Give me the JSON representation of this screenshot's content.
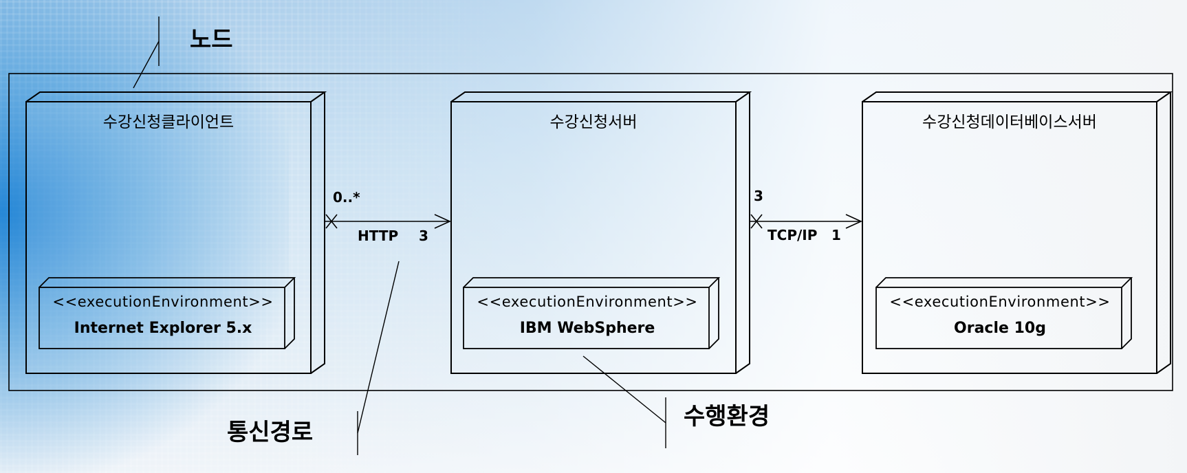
{
  "annotations": {
    "node": "노드",
    "comm_path": "통신경로",
    "exec_env": "수행환경"
  },
  "nodes": [
    {
      "title": "수강신청클라이언트",
      "env_stereotype": "<<executionEnvironment>>",
      "env_name": "Internet Explorer 5.x"
    },
    {
      "title": "수강신청서버",
      "env_stereotype": "<<executionEnvironment>>",
      "env_name": "IBM WebSphere"
    },
    {
      "title": "수강신청데이터베이스서버",
      "env_stereotype": "<<executionEnvironment>>",
      "env_name": "Oracle 10g"
    }
  ],
  "connections": [
    {
      "source_mult": "0..*",
      "protocol": "HTTP",
      "target_mult": "3"
    },
    {
      "source_mult": "3",
      "protocol": "TCP/IP",
      "target_mult": "1"
    }
  ]
}
